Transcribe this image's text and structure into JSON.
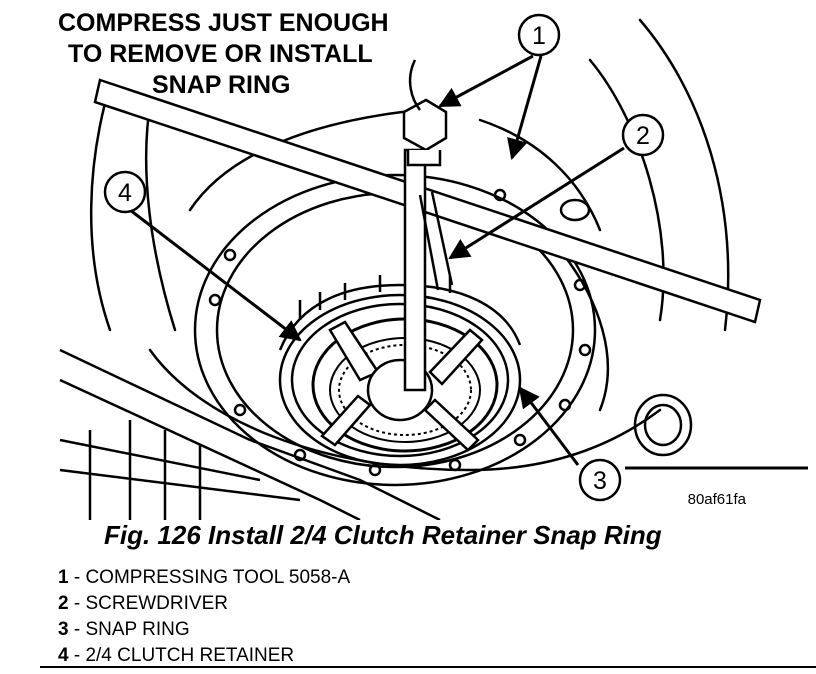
{
  "instruction": {
    "lines": [
      "COMPRESS JUST ENOUGH",
      "TO REMOVE OR INSTALL",
      "SNAP RING"
    ]
  },
  "callouts": [
    "1",
    "2",
    "3",
    "4"
  ],
  "image_code": "80af61fa",
  "caption": "Fig. 126 Install 2/4 Clutch Retainer Snap Ring",
  "legend": [
    {
      "num": "1",
      "text": " - COMPRESSING TOOL 5058-A"
    },
    {
      "num": "2",
      "text": " - SCREWDRIVER"
    },
    {
      "num": "3",
      "text": " - SNAP RING"
    },
    {
      "num": "4",
      "text": " - 2/4 CLUTCH RETAINER"
    }
  ]
}
